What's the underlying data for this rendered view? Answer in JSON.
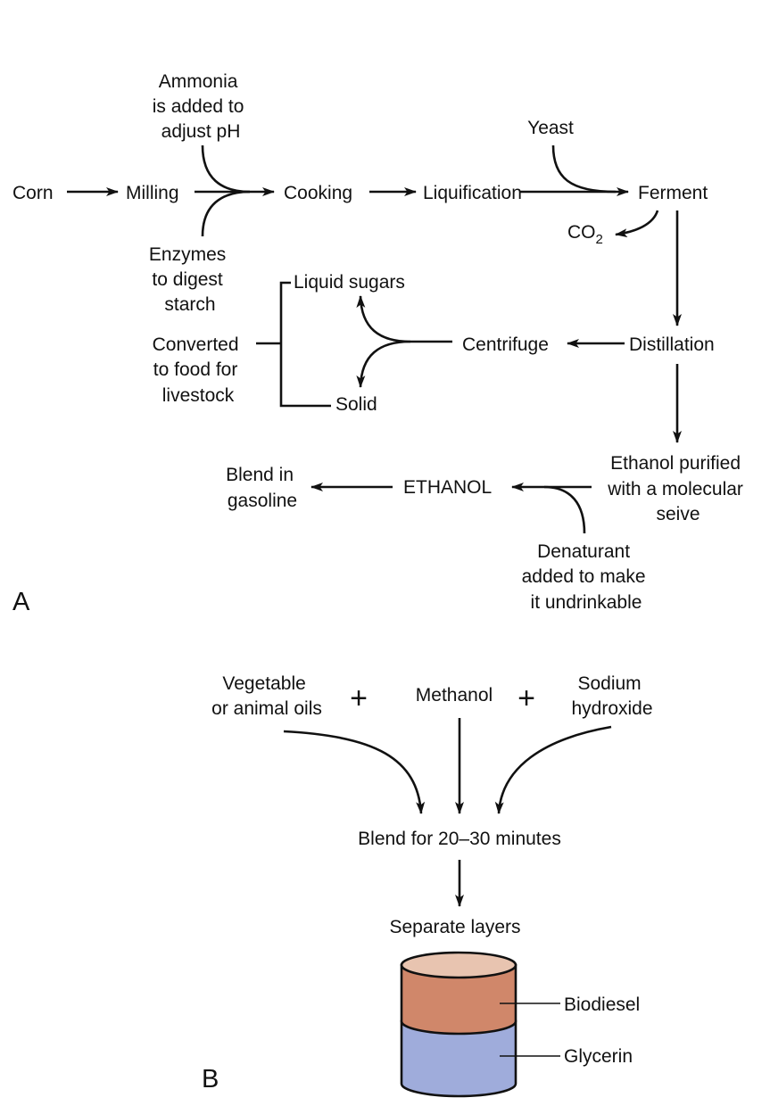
{
  "panel_a": {
    "label": "A",
    "steps": {
      "corn": "Corn",
      "milling": "Milling",
      "cooking": "Cooking",
      "liquification": "Liquification",
      "ferment": "Ferment",
      "distillation": "Distillation",
      "centrifuge": "Centrifuge",
      "ethanol_purified": [
        "Ethanol purified",
        "with a molecular",
        "seive"
      ],
      "ethanol": "ETHANOL",
      "blend_gasoline": [
        "Blend in",
        "gasoline"
      ]
    },
    "inputs": {
      "ammonia": [
        "Ammonia",
        "is added to",
        "adjust pH"
      ],
      "enzymes": [
        "Enzymes",
        "to digest",
        "starch"
      ],
      "yeast": "Yeast",
      "denaturant": [
        "Denaturant",
        "added to make",
        "it undrinkable"
      ]
    },
    "outputs": {
      "co2": "CO",
      "co2_subscript": "2",
      "liquid_sugars": "Liquid sugars",
      "solid": "Solid",
      "livestock": [
        "Converted",
        "to food for",
        "livestock"
      ]
    }
  },
  "panel_b": {
    "label": "B",
    "inputs": {
      "oils": [
        "Vegetable",
        "or animal oils"
      ],
      "methanol": "Methanol",
      "sodium_hydroxide": [
        "Sodium",
        "hydroxide"
      ],
      "plus": "+"
    },
    "steps": {
      "blend": "Blend for 20–30 minutes",
      "separate": "Separate layers"
    },
    "layers": {
      "top": "Biodiesel",
      "bottom": "Glycerin"
    },
    "colors": {
      "cap": "#E8C4B0",
      "biodiesel": "#D0876A",
      "glycerin": "#9FACDB"
    }
  }
}
